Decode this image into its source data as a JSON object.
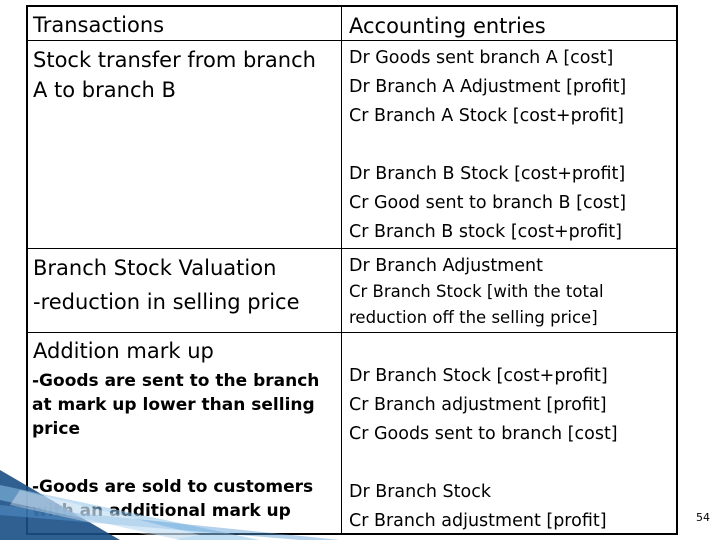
{
  "table": {
    "header": {
      "left": "Transactions",
      "right": "Accounting entries"
    },
    "rows": [
      {
        "left_lines": [
          "Stock transfer from branch",
          "A to branch B"
        ],
        "right_block_1": [
          "Dr Goods sent  branch A [cost]",
          "Dr Branch A Adjustment [profit]",
          "Cr Branch A Stock [cost+profit]"
        ],
        "right_block_2": [
          "Dr Branch B Stock [cost+profit]",
          "Cr Good sent to branch B [cost]",
          "Cr Branch B stock [cost+profit]"
        ]
      },
      {
        "left_lines": [
          "Branch Stock Valuation",
          "-reduction in selling price"
        ],
        "right_lines": [
          "Dr Branch Adjustment",
          "Cr Branch Stock [with the total",
          "reduction off the selling price]"
        ]
      },
      {
        "left_title": "Addition mark up",
        "left_bold": "-Goods are sent to the branch\nat mark up lower than selling\nprice",
        "right_lines": [
          "Dr Branch Stock [cost+profit]",
          "Cr Branch adjustment [profit]",
          "Cr Goods sent to branch [cost]"
        ]
      },
      {
        "left_bold": "-Goods are sold to customers\nwith an additional mark up",
        "right_lines": [
          "Dr Branch Stock",
          "Cr Branch adjustment [profit]"
        ]
      }
    ]
  },
  "page_number": "54",
  "colors": {
    "swoosh_dark": "#1a4f86",
    "swoosh_light": "#8fc3ea"
  }
}
